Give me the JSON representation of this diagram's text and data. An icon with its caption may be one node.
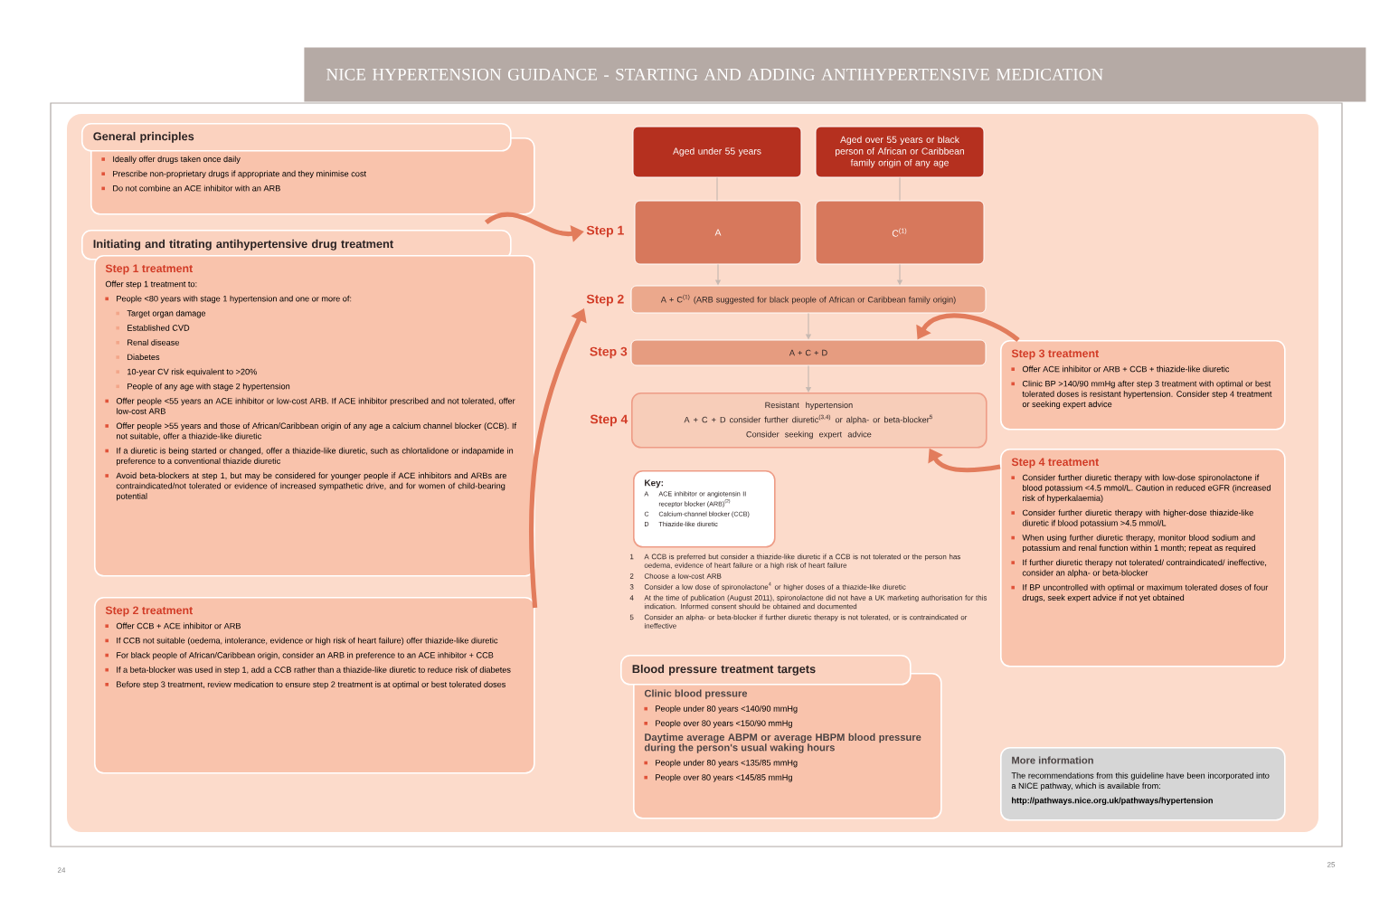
{
  "diagram": {
    "title": "NICE HYPERTENSION GUIDANCE - STARTING AND ADDING ANTIHYPERTENSIVE MEDICATION",
    "nodes": [
      {
        "text": [
          "General principles",
          "Ideally offer drugs taken once daily",
          "Prescribe non-proprietary drugs if appropriate and they minimise cost",
          "Do not combine an ACE inhibitor with an ARB"
        ]
      },
      {
        "text": [
          "Initiating and titrating antihypertensive drug treatment"
        ]
      },
      {
        "text": [
          "Step 1 treatment",
          "Offer step 1 treatment to:",
          "People <80 years with stage 1 hypertension and one or more of:",
          "Target organ damage",
          "Established CVD",
          "Renal disease",
          "Diabetes",
          "10-year CV risk equivalent to >20%",
          "People of any age with stage 2 hypertension",
          "Offer people <55 years an ACE inhibitor or low-cost ARB. If ACE inhibitor prescribed and not tolerated, offer low-cost ARB",
          "Offer people >55 years and those of African/Caribbean origin of any age a calcium channel blocker (CCB). If not suitable, offer a thiazide-like diuretic",
          "If a diuretic is being started or changed, offer a thiazide-like diuretic, such as chlortalidone or indapamide in preference to a conventional thiazide diuretic",
          "Avoid beta-blockers at step 1, but may be considered for younger people if ACE inhibitors and ARBs are contraindicated/not tolerated or evidence of increased sympathetic drive, and for women of child-bearing potential"
        ]
      },
      {
        "text": [
          "Step 2 treatment",
          "Offer CCB + ACE inhibitor or ARB",
          "If CCB not suitable (oedema, intolerance, evidence or high risk of heart failure) offer thiazide-like diuretic",
          "For black people of African/Caribbean origin, consider an ARB in preference to an ACE inhibitor + CCB",
          "If a beta-blocker was used in step 1, add a CCB rather than a thiazide-like diuretic to reduce risk of diabetes",
          "Before step 3 treatment, review medication to ensure step 2 treatment is at optimal or best tolerated doses"
        ]
      },
      {
        "text": [
          "Aged under 55 years"
        ]
      },
      {
        "text": [
          "Aged over 55 years or black person of African or Caribbean family origin of any age"
        ]
      },
      {
        "text": [
          "Step 1"
        ]
      },
      {
        "text": [
          "A"
        ]
      },
      {
        "text": [
          "C$^{(1)}$"
        ]
      },
      {
        "text": [
          "Step 2"
        ]
      },
      {
        "text": [
          "A + C$^{(1)}$ (ARB suggested for black people of African or Caribbean family origin)"
        ]
      },
      {
        "text": [
          "A + C + D"
        ],
        "beside": [
          "Step 3"
        ]
      },
      {
        "text": [
          "Resistant hypertension",
          "A + C + D consider further diuretic$^{(3,4)}$ or alpha- or beta-blocker$^{5}$",
          "Consider seeking expert advice"
        ],
        "beside": [
          "Step 4"
        ]
      },
      {
        "text": [
          "Key:",
          "A",
          "ACE inhibitor or angiotensin II receptor blocker (ARB)$^{(2)}$",
          "C",
          "Calcium-channel blocker (CCB)",
          "D",
          "Thiazide-like diuretic"
        ]
      },
      {
        "text": [
          "Blood pressure treatment targets",
          "Clinic blood pressure",
          "People under 80 years <140/90 mmHg",
          "People over 80 years <150/90 mmHg",
          "Daytime average ABPM or average HBPM blood pressure during the person's usual waking hours",
          "People under 80 years <135/85 mmHg",
          "People over 80 years <145/85 mmHg"
        ]
      },
      {
        "text": [
          "Step 3 treatment",
          "Offer ACE inhibitor or ARB + CCB + thiazide-like diuretic",
          "Clinic BP >140/90 mmHg after step 3 treatment with optimal or best tolerated doses is resistant hypertension. Consider step 4 treatment or seeking expert advice"
        ]
      },
      {
        "text": [
          "Step 4 treatment",
          "Consider further diuretic therapy with low-dose spironolactone if blood potassium <4.5 mmol/L. Caution in reduced eGFR (increased risk of hyperkalaemia)",
          "Consider further diuretic therapy with higher-dose thiazide-like diuretic if blood potassium >4.5 mmol/L",
          "When using further diuretic therapy, monitor blood sodium and potassium and renal function within 1 month; repeat as required",
          "If further diuretic therapy not tolerated/ contraindicated/ ineffective, consider an alpha- or beta-blocker",
          "If BP uncontrolled with optimal or maximum tolerated doses of four drugs, seek expert advice if not yet obtained"
        ]
      },
      {
        "text": [
          "More information",
          "The recommendations from this guideline have been incorporated into a NICE pathway, which is available from:",
          "http://pathways.nice.org.uk/pathways/hypertension"
        ]
      }
    ],
    "edges": [
      {
        "from": 4,
        "to": 7,
        "arrow": "none"
      },
      {
        "from": 5,
        "to": 8,
        "arrow": "none"
      },
      {
        "from": 7,
        "to": 10,
        "arrow": "to"
      },
      {
        "from": 8,
        "to": 10,
        "arrow": "to"
      },
      {
        "from": 10,
        "to": 11,
        "arrow": "to"
      },
      {
        "from": 11,
        "to": 12,
        "arrow": "to"
      },
      {
        "from": 1,
        "to": 6,
        "arrow": "to",
        "style": "thick",
        "color": "#e27c5c"
      },
      {
        "from": 3,
        "to": 9,
        "arrow": "to",
        "style": "thick",
        "color": "#e27c5c"
      },
      {
        "from": 15,
        "to": 11,
        "arrow": "to",
        "style": "thick",
        "color": "#e27c5c"
      },
      {
        "from": 16,
        "to": 12,
        "arrow": "to",
        "style": "thick",
        "color": "#e27c5c"
      }
    ],
    "labels": [
      "1",
      "A CCB is preferred but consider a thiazide-like diuretic if a CCB is not tolerated or the person has oedema, evidence of heart failure or a high risk of heart failure",
      "2",
      "Choose a low-cost ARB",
      "3",
      "Consider a low dose of spironolactone$^{4}$ or higher doses of a thiazide-like diuretic",
      "4",
      "At the time of publication (August 2011), spironolactone did not have a UK marketing authorisation for this indication. Informed consent should be obtained and documented",
      "5",
      "Consider an alpha- or beta-blocker if further diuretic therapy is not tolerated, or is contraindicated or ineffective",
      "24",
      "25"
    ]
  }
}
